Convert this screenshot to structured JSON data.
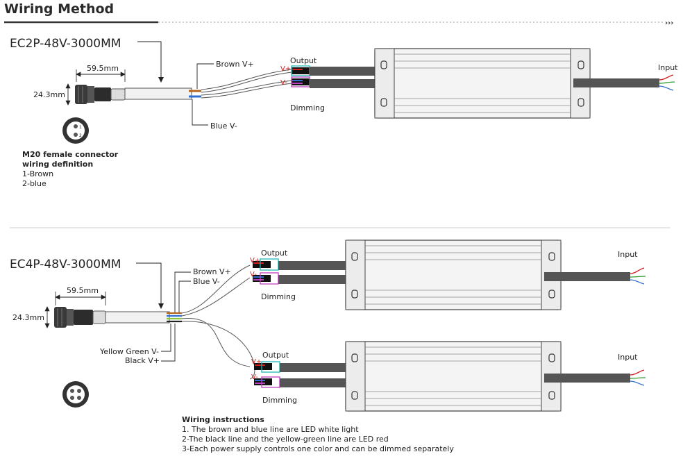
{
  "header": {
    "title": "Wiring Method",
    "arrow_glyph": "›››"
  },
  "section1": {
    "model": "EC2P-48V-3000MM",
    "dim_length": "59.5mm",
    "dim_height": "24.3mm",
    "labels": {
      "brown": "Brown V+",
      "blue": "Blue V-",
      "output": "Output",
      "dimming": "Dimming",
      "input": "Input",
      "vplus": "V+",
      "vminus": "V-"
    },
    "connector_pins": [
      "1",
      "2"
    ],
    "definition": {
      "title1": "M20 female connector",
      "title2": "wiring definition",
      "items": [
        "1-Brown",
        "2-blue"
      ]
    }
  },
  "section2": {
    "model": "EC4P-48V-3000MM",
    "dim_length": "59.5mm",
    "dim_height": "24.3mm",
    "labels": {
      "brown": "Brown V+",
      "blue": "Blue V-",
      "yellow": "Yellow Green V-",
      "black": "Black V+"
    },
    "driver_top": {
      "output": "Output",
      "dimming": "Dimming",
      "input": "Input",
      "vplus": "V+",
      "vminus": "V-"
    },
    "driver_bottom": {
      "output": "Output",
      "dimming": "Dimming",
      "input": "Input",
      "vplus": "V+",
      "vminus": "V-"
    },
    "instructions": {
      "title": "Wiring instructions",
      "items": [
        "1. The brown and blue line are LED white light",
        "2-The black line and the yellow-green line are LED red",
        "3-Each power supply controls one color and can be dimmed separately"
      ]
    }
  },
  "colors": {
    "accent": "#c0392b",
    "brown": "#b5651d",
    "blue": "#2e6fd1",
    "cable": "#555555",
    "teal": "#1fb5b5",
    "magenta": "#c03ec0"
  }
}
